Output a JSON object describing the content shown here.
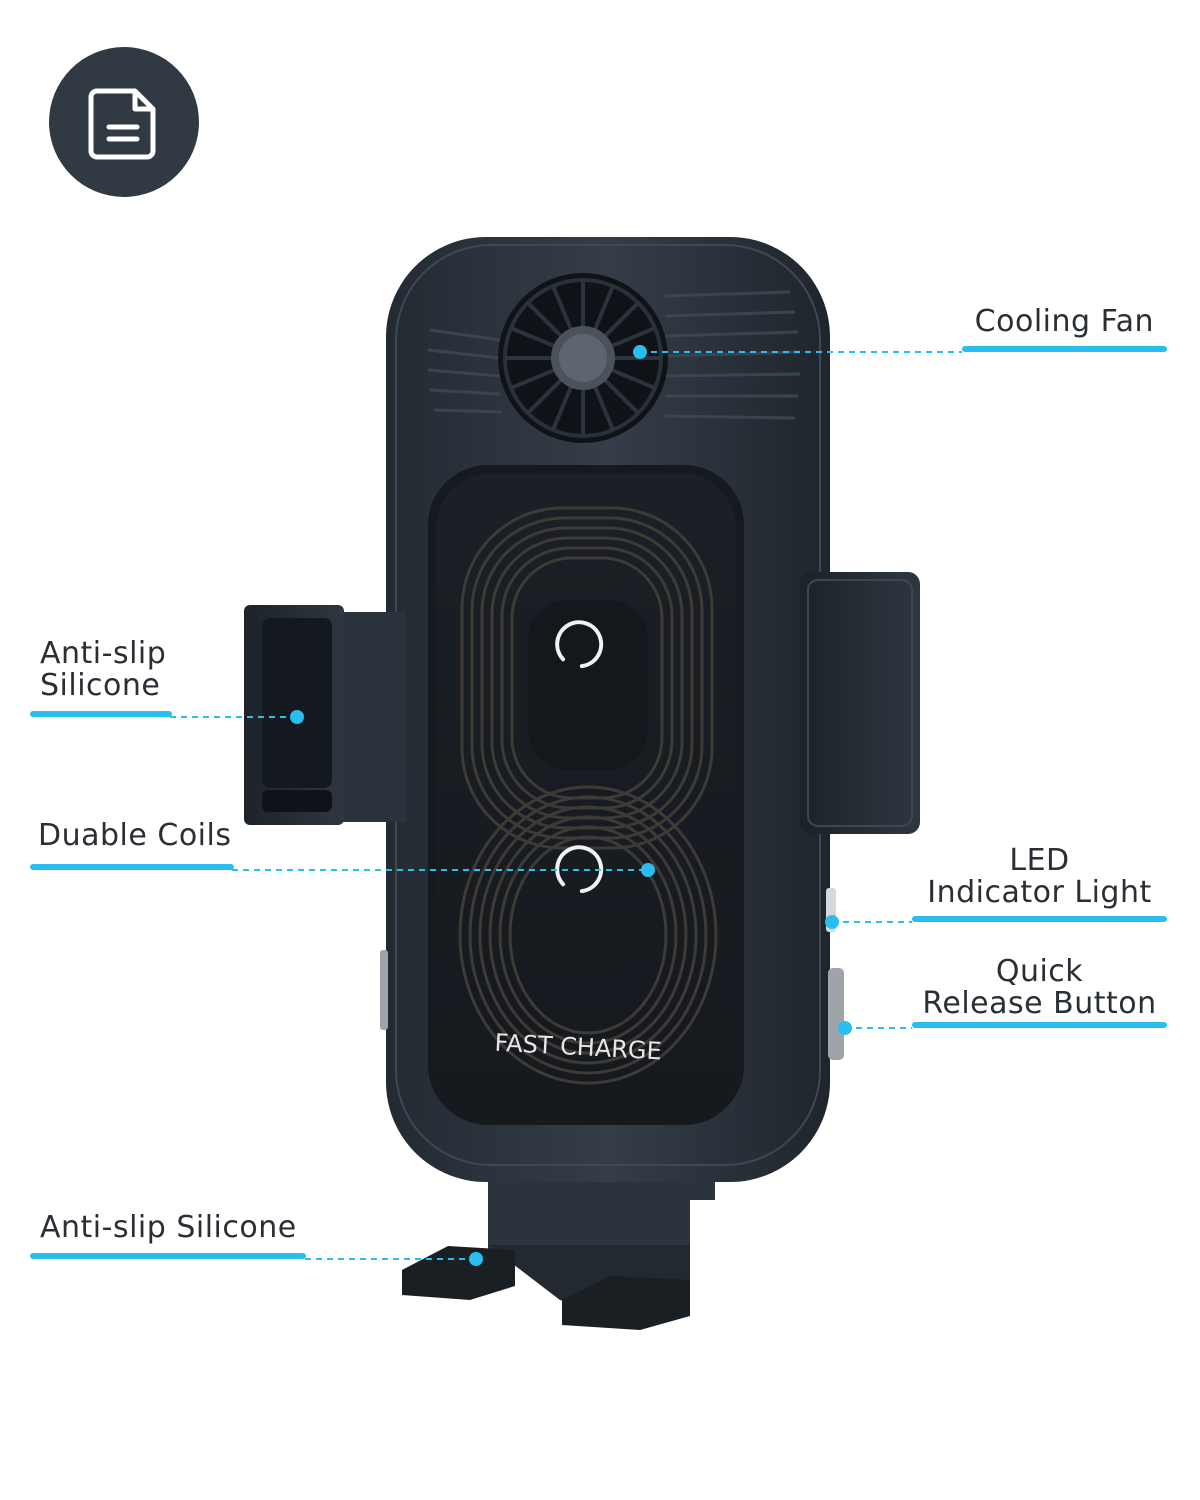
{
  "icons": {
    "badge": "document-icon"
  },
  "colors": {
    "accent": "#2bbdf0",
    "badge_bg": "#313942",
    "device_body": "#2b333d",
    "text": "#2a2f35"
  },
  "device": {
    "pad_text": "FAST CHARGE"
  },
  "callouts": {
    "cooling_fan": "Cooling Fan",
    "anti_slip_side": [
      "Anti-slip",
      "Silicone"
    ],
    "coils": "Duable Coils",
    "led": [
      "LED",
      "Indicator Light"
    ],
    "release": [
      "Quick",
      "Release Button"
    ],
    "anti_slip_bottom": "Anti-slip Silicone"
  }
}
